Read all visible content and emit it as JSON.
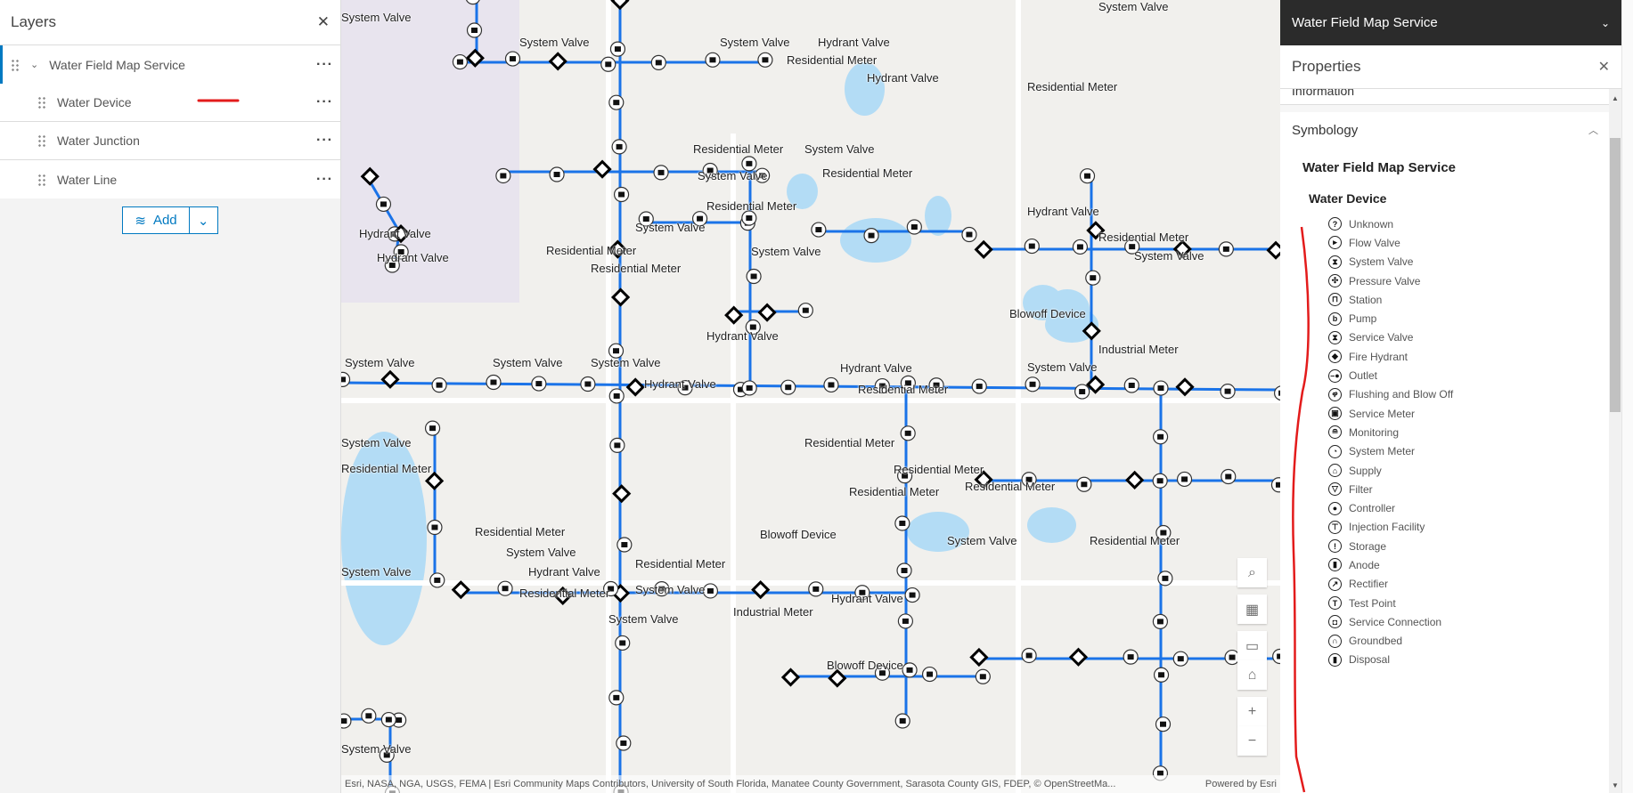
{
  "layers_panel": {
    "title": "Layers",
    "parent": "Water Field Map Service",
    "children": [
      "Water Device",
      "Water Junction",
      "Water Line"
    ],
    "add_label": "Add"
  },
  "map": {
    "labels": [
      "System Valve",
      "System Valve",
      "System Valve",
      "Hydrant Valve",
      "Residential Meter",
      "System Valve",
      "Residential Meter",
      "System Valve",
      "System Valve",
      "Hydrant Valve",
      "Hydrant Valve",
      "Residential Meter",
      "Residential Meter",
      "Residential Meter",
      "Residential Meter",
      "Hydrant Valve",
      "System Valve",
      "Residential Meter",
      "Hydrant Valve",
      "System Valve",
      "System Valve",
      "System Valve",
      "Hydrant Valve",
      "System Valve",
      "Residential Meter",
      "Residential Meter",
      "Residential Meter",
      "Blowoff Device",
      "System Valve",
      "Industrial Meter",
      "Residential Meter",
      "Hydrant Valve",
      "Residential Meter",
      "System Valve",
      "Hydrant Valve",
      "Residential Meter",
      "System Valve",
      "Blowoff Device",
      "Residential Meter",
      "System Valve",
      "Residential Meter",
      "System Valve",
      "Hydrant Valve",
      "System Valve",
      "Residential Meter",
      "System Valve",
      "Hydrant Valve",
      "Industrial Meter",
      "System Valve",
      "Blowoff Device",
      "Residential Meter",
      "Residential Meter",
      "System Valve"
    ],
    "attribution": "Esri, NASA, NGA, USGS, FEMA | Esri Community Maps Contributors, University of South Florida, Manatee County Government, Sarasota County GIS, FDEP, © OpenStreetMa...",
    "powered_by": "Powered by Esri",
    "widgets": [
      "search-icon",
      "basemap-gallery-icon",
      "screen-icon",
      "home-icon",
      "zoom-in-icon",
      "zoom-out-icon"
    ]
  },
  "properties_panel": {
    "layer_title": "Water Field Map Service",
    "title": "Properties",
    "clipped_section": "Information",
    "section": "Symbology",
    "service": "Water Field Map Service",
    "layer": "Water Device",
    "legend": [
      {
        "label": "Unknown",
        "glyph": "?"
      },
      {
        "label": "Flow Valve",
        "glyph": "▸"
      },
      {
        "label": "System Valve",
        "glyph": "⧗"
      },
      {
        "label": "Pressure Valve",
        "glyph": "✣"
      },
      {
        "label": "Station",
        "glyph": "⊓"
      },
      {
        "label": "Pump",
        "glyph": "b"
      },
      {
        "label": "Service Valve",
        "glyph": "⧗"
      },
      {
        "label": "Fire Hydrant",
        "glyph": "◆"
      },
      {
        "label": "Outlet",
        "glyph": "–●"
      },
      {
        "label": "Flushing and Blow Off",
        "glyph": "ዋ"
      },
      {
        "label": "Service Meter",
        "glyph": "▣"
      },
      {
        "label": "Monitoring",
        "glyph": "≘"
      },
      {
        "label": "System Meter",
        "glyph": "◔"
      },
      {
        "label": "Supply",
        "glyph": "⌂"
      },
      {
        "label": "Filter",
        "glyph": "▽"
      },
      {
        "label": "Controller",
        "glyph": "●"
      },
      {
        "label": "Injection Facility",
        "glyph": "⊤"
      },
      {
        "label": "Storage",
        "glyph": "!"
      },
      {
        "label": "Anode",
        "glyph": "▮"
      },
      {
        "label": "Rectifier",
        "glyph": "↗"
      },
      {
        "label": "Test Point",
        "glyph": "T"
      },
      {
        "label": "Service Connection",
        "glyph": "◘"
      },
      {
        "label": "Groundbed",
        "glyph": "∩"
      },
      {
        "label": "Disposal",
        "glyph": "▮"
      }
    ]
  },
  "colors": {
    "accent": "#0079c1",
    "pipe": "#1a73e8",
    "water": "#b3dcf5",
    "header_dark": "#2b2b2b",
    "annotation": "#e31b1b"
  }
}
